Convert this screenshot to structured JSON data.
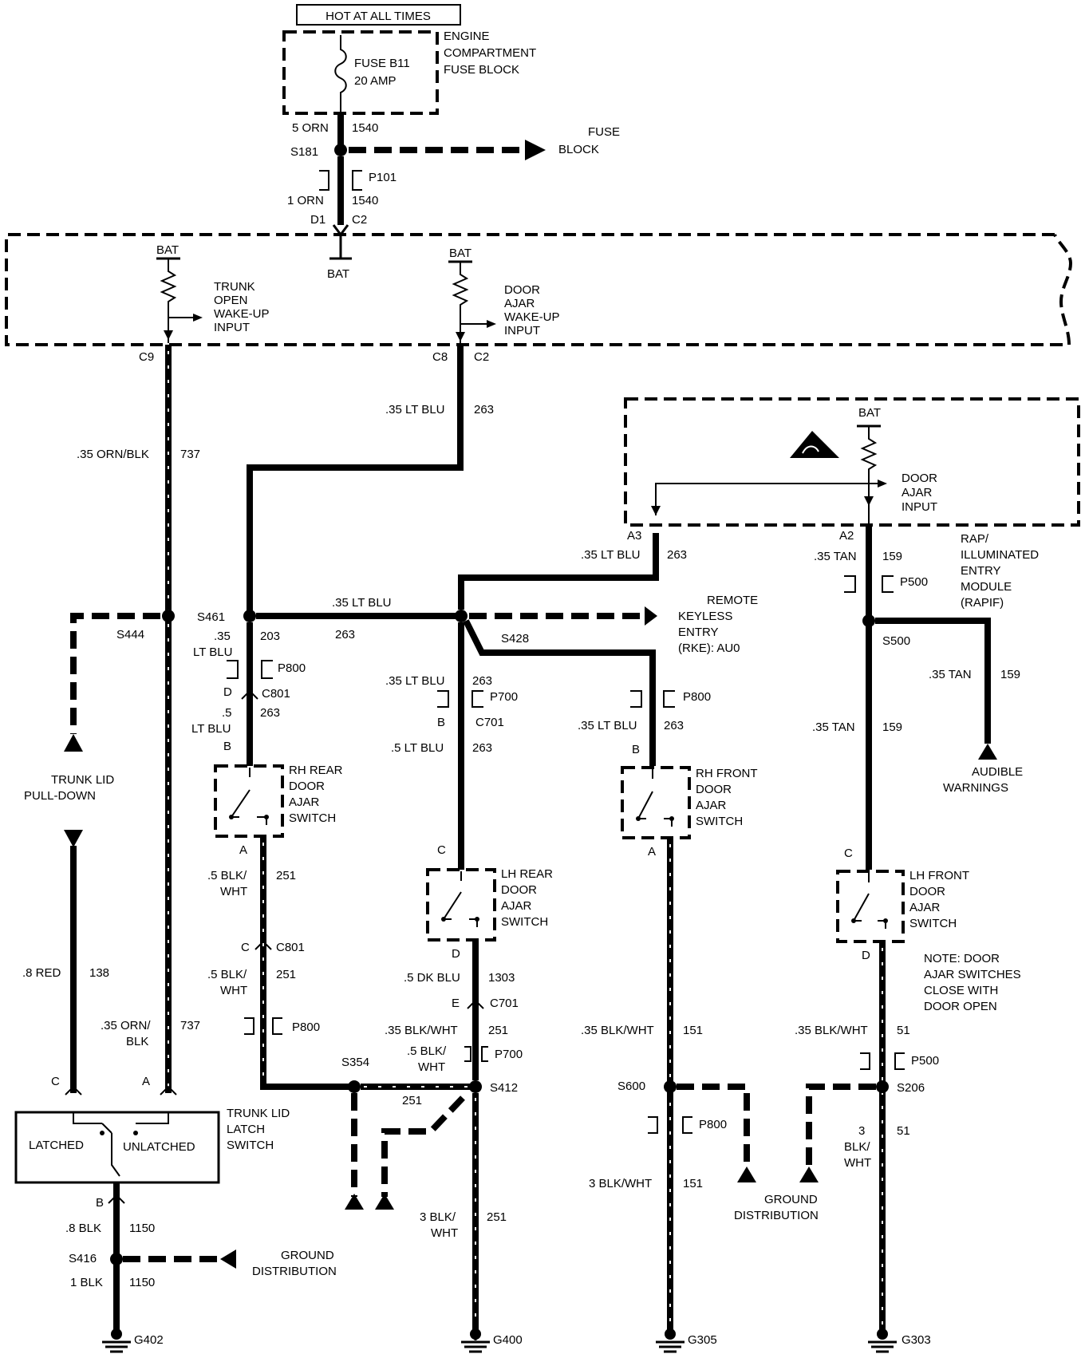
{
  "header": {
    "hot_label": "HOT AT ALL TIMES"
  },
  "fuse_block": {
    "fuse_name": "FUSE B11",
    "fuse_rating": "20 AMP",
    "title_1": "ENGINE",
    "title_2": "COMPARTMENT",
    "title_3": "FUSE BLOCK"
  },
  "top_feed": {
    "wire_top_gauge": "5 ORN",
    "wire_top_circuit": "1540",
    "splice": "S181",
    "fuse_block_ref_1": "FUSE",
    "fuse_block_ref_2": "BLOCK",
    "connector": "P101",
    "wire_bot_gauge": "1 ORN",
    "wire_bot_circuit": "1540",
    "pin_d1": "D1",
    "pin_c2": "C2",
    "bat": "BAT"
  },
  "module": {
    "bat_left": "BAT",
    "bat_mid": "BAT",
    "trunk_input_1": "TRUNK",
    "trunk_input_2": "OPEN",
    "trunk_input_3": "WAKE-UP",
    "trunk_input_4": "INPUT",
    "door_input_1": "DOOR",
    "door_input_2": "AJAR",
    "door_input_3": "WAKE-UP",
    "door_input_4": "INPUT",
    "pin_c9": "C9",
    "pin_c8": "C8",
    "pin_c2b": "C2"
  },
  "wires": {
    "w737_gauge": ".35 ORN/BLK",
    "w737_circuit": "737",
    "w263_gauge": ".35 LT BLU",
    "w263_circuit": "263",
    "s461": "S461",
    "s444": "S444",
    "w203_gauge_1": ".35",
    "w203_gauge_2": "LT BLU",
    "w203_circuit": "203",
    "bus_gauge": ".35 LT BLU",
    "bus_circuit": "263",
    "s428": "S428",
    "rke_1": "REMOTE",
    "rke_2": "KEYLESS",
    "rke_3": "ENTRY",
    "rke_4": "(RKE): AU0",
    "p800_a": "P800",
    "c801_a": "C801",
    "d_a": "D",
    "w263b_1": ".5",
    "w263b_2": "LT BLU",
    "w263b_circuit": "263",
    "b_a": "B",
    "lh_rear_wire_gauge": ".35 LT BLU",
    "lh_rear_wire_circuit": "263",
    "p700_a": "P700",
    "b_b": "B",
    "c701_a": "C701",
    "lh_rear_wire2_gauge": ".5 LT BLU",
    "lh_rear_wire2_circuit": "263",
    "c_lh": "C",
    "p800_rf": "P800",
    "rf_gauge": ".35 LT BLU",
    "rf_circuit": "263",
    "b_rf": "B"
  },
  "rapif": {
    "bat": "BAT",
    "door_ajar_1": "DOOR",
    "door_ajar_2": "AJAR",
    "door_ajar_3": "INPUT",
    "pin_a3": "A3",
    "pin_a2": "A2",
    "a3_gauge": ".35 LT BLU",
    "a3_circuit": "263",
    "a2_gauge": ".35 TAN",
    "a2_circuit": "159",
    "p500": "P500",
    "name_1": "RAP/",
    "name_2": "ILLUMINATED",
    "name_3": "ENTRY",
    "name_4": "MODULE",
    "name_5": "(RAPIF)",
    "s500": "S500",
    "tan_gauge": ".35 TAN",
    "tan_circuit": "159",
    "tan2_gauge": ".35 TAN",
    "tan2_circuit": "159",
    "audible_1": "AUDIBLE",
    "audible_2": "WARNINGS",
    "c_lhf": "C"
  },
  "switches": {
    "rh_rear_1": "RH REAR",
    "rh_rear_2": "DOOR",
    "rh_rear_3": "AJAR",
    "rh_rear_4": "SWITCH",
    "rh_rear_pin": "A",
    "lh_rear_1": "LH REAR",
    "lh_rear_2": "DOOR",
    "lh_rear_3": "AJAR",
    "lh_rear_4": "SWITCH",
    "lh_rear_pin": "D",
    "rh_front_1": "RH FRONT",
    "rh_front_2": "DOOR",
    "rh_front_3": "AJAR",
    "rh_front_4": "SWITCH",
    "rh_front_pin": "A",
    "lh_front_1": "LH FRONT",
    "lh_front_2": "DOOR",
    "lh_front_3": "AJAR",
    "lh_front_4": "SWITCH",
    "lh_front_pin": "D",
    "note_1": "NOTE: DOOR",
    "note_2": "AJAR SWITCHES",
    "note_3": "CLOSE WITH",
    "note_4": "DOOR OPEN"
  },
  "trunk": {
    "pulldown_1": "TRUNK LID",
    "pulldown_2": "PULL-DOWN",
    "red_gauge": ".8 RED",
    "red_circuit": "138",
    "orn_gauge_1": ".35 ORN/",
    "orn_gauge_2": "BLK",
    "orn_circuit": "737",
    "pin_c": "C",
    "pin_a": "A",
    "latch_1": "TRUNK LID",
    "latch_2": "LATCH",
    "latch_3": "SWITCH",
    "latched": "LATCHED",
    "unlatched": "UNLATCHED",
    "pin_b": "B",
    "blk1_gauge": ".8 BLK",
    "blk1_circuit": "1150",
    "s416": "S416",
    "blk2_gauge": "1 BLK",
    "blk2_circuit": "1150",
    "gd_1": "GROUND",
    "gd_2": "DISTRIBUTION",
    "g402": "G402"
  },
  "ground_lower": {
    "rhr_gauge_1": ".5 BLK/",
    "rhr_gauge_2": "WHT",
    "rhr_circuit": "251",
    "c_c801": "C",
    "c801": "C801",
    "rhr2_gauge_1": ".5 BLK/",
    "rhr2_gauge_2": "WHT",
    "rhr2_circuit": "251",
    "p800": "P800",
    "s354": "S354",
    "w251": "251",
    "lhr_gauge": ".5 DK BLU",
    "lhr_circuit": "1303",
    "e": "E",
    "c701": "C701",
    "lhr2_gauge": ".35 BLK/WHT",
    "lhr2_circuit": "251",
    "lhr3_gauge_1": ".5 BLK/",
    "lhr3_gauge_2": "WHT",
    "p700": "P700",
    "s412": "S412",
    "g400_gauge_1": "3 BLK/",
    "g400_gauge_2": "WHT",
    "g400_circuit": "251",
    "g400": "G400",
    "rhf_gauge": ".35 BLK/WHT",
    "rhf_circuit": "151",
    "s600": "S600",
    "p800_b": "P800",
    "rhf2_gauge": "3 BLK/WHT",
    "rhf2_circuit": "151",
    "gd_1": "GROUND",
    "gd_2": "DISTRIBUTION",
    "g305": "G305",
    "lhf_gauge": ".35 BLK/WHT",
    "lhf_circuit": "51",
    "p500": "P500",
    "s206": "S206",
    "lhf2_gauge_1": "3",
    "lhf2_gauge_2": "BLK/",
    "lhf2_gauge_3": "WHT",
    "lhf2_circuit": "51",
    "g303": "G303"
  }
}
